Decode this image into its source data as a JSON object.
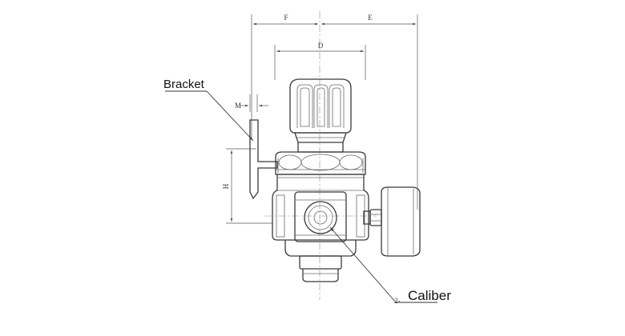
{
  "labels": {
    "bracket": "Bracket",
    "caliber": "Caliber",
    "caliber_prefix": "2-"
  },
  "dimensions": {
    "f": "F",
    "e": "E",
    "d": "D",
    "m": "M",
    "h": "H"
  },
  "colors": {
    "line": "#3a3a3a",
    "background": "#ffffff"
  }
}
